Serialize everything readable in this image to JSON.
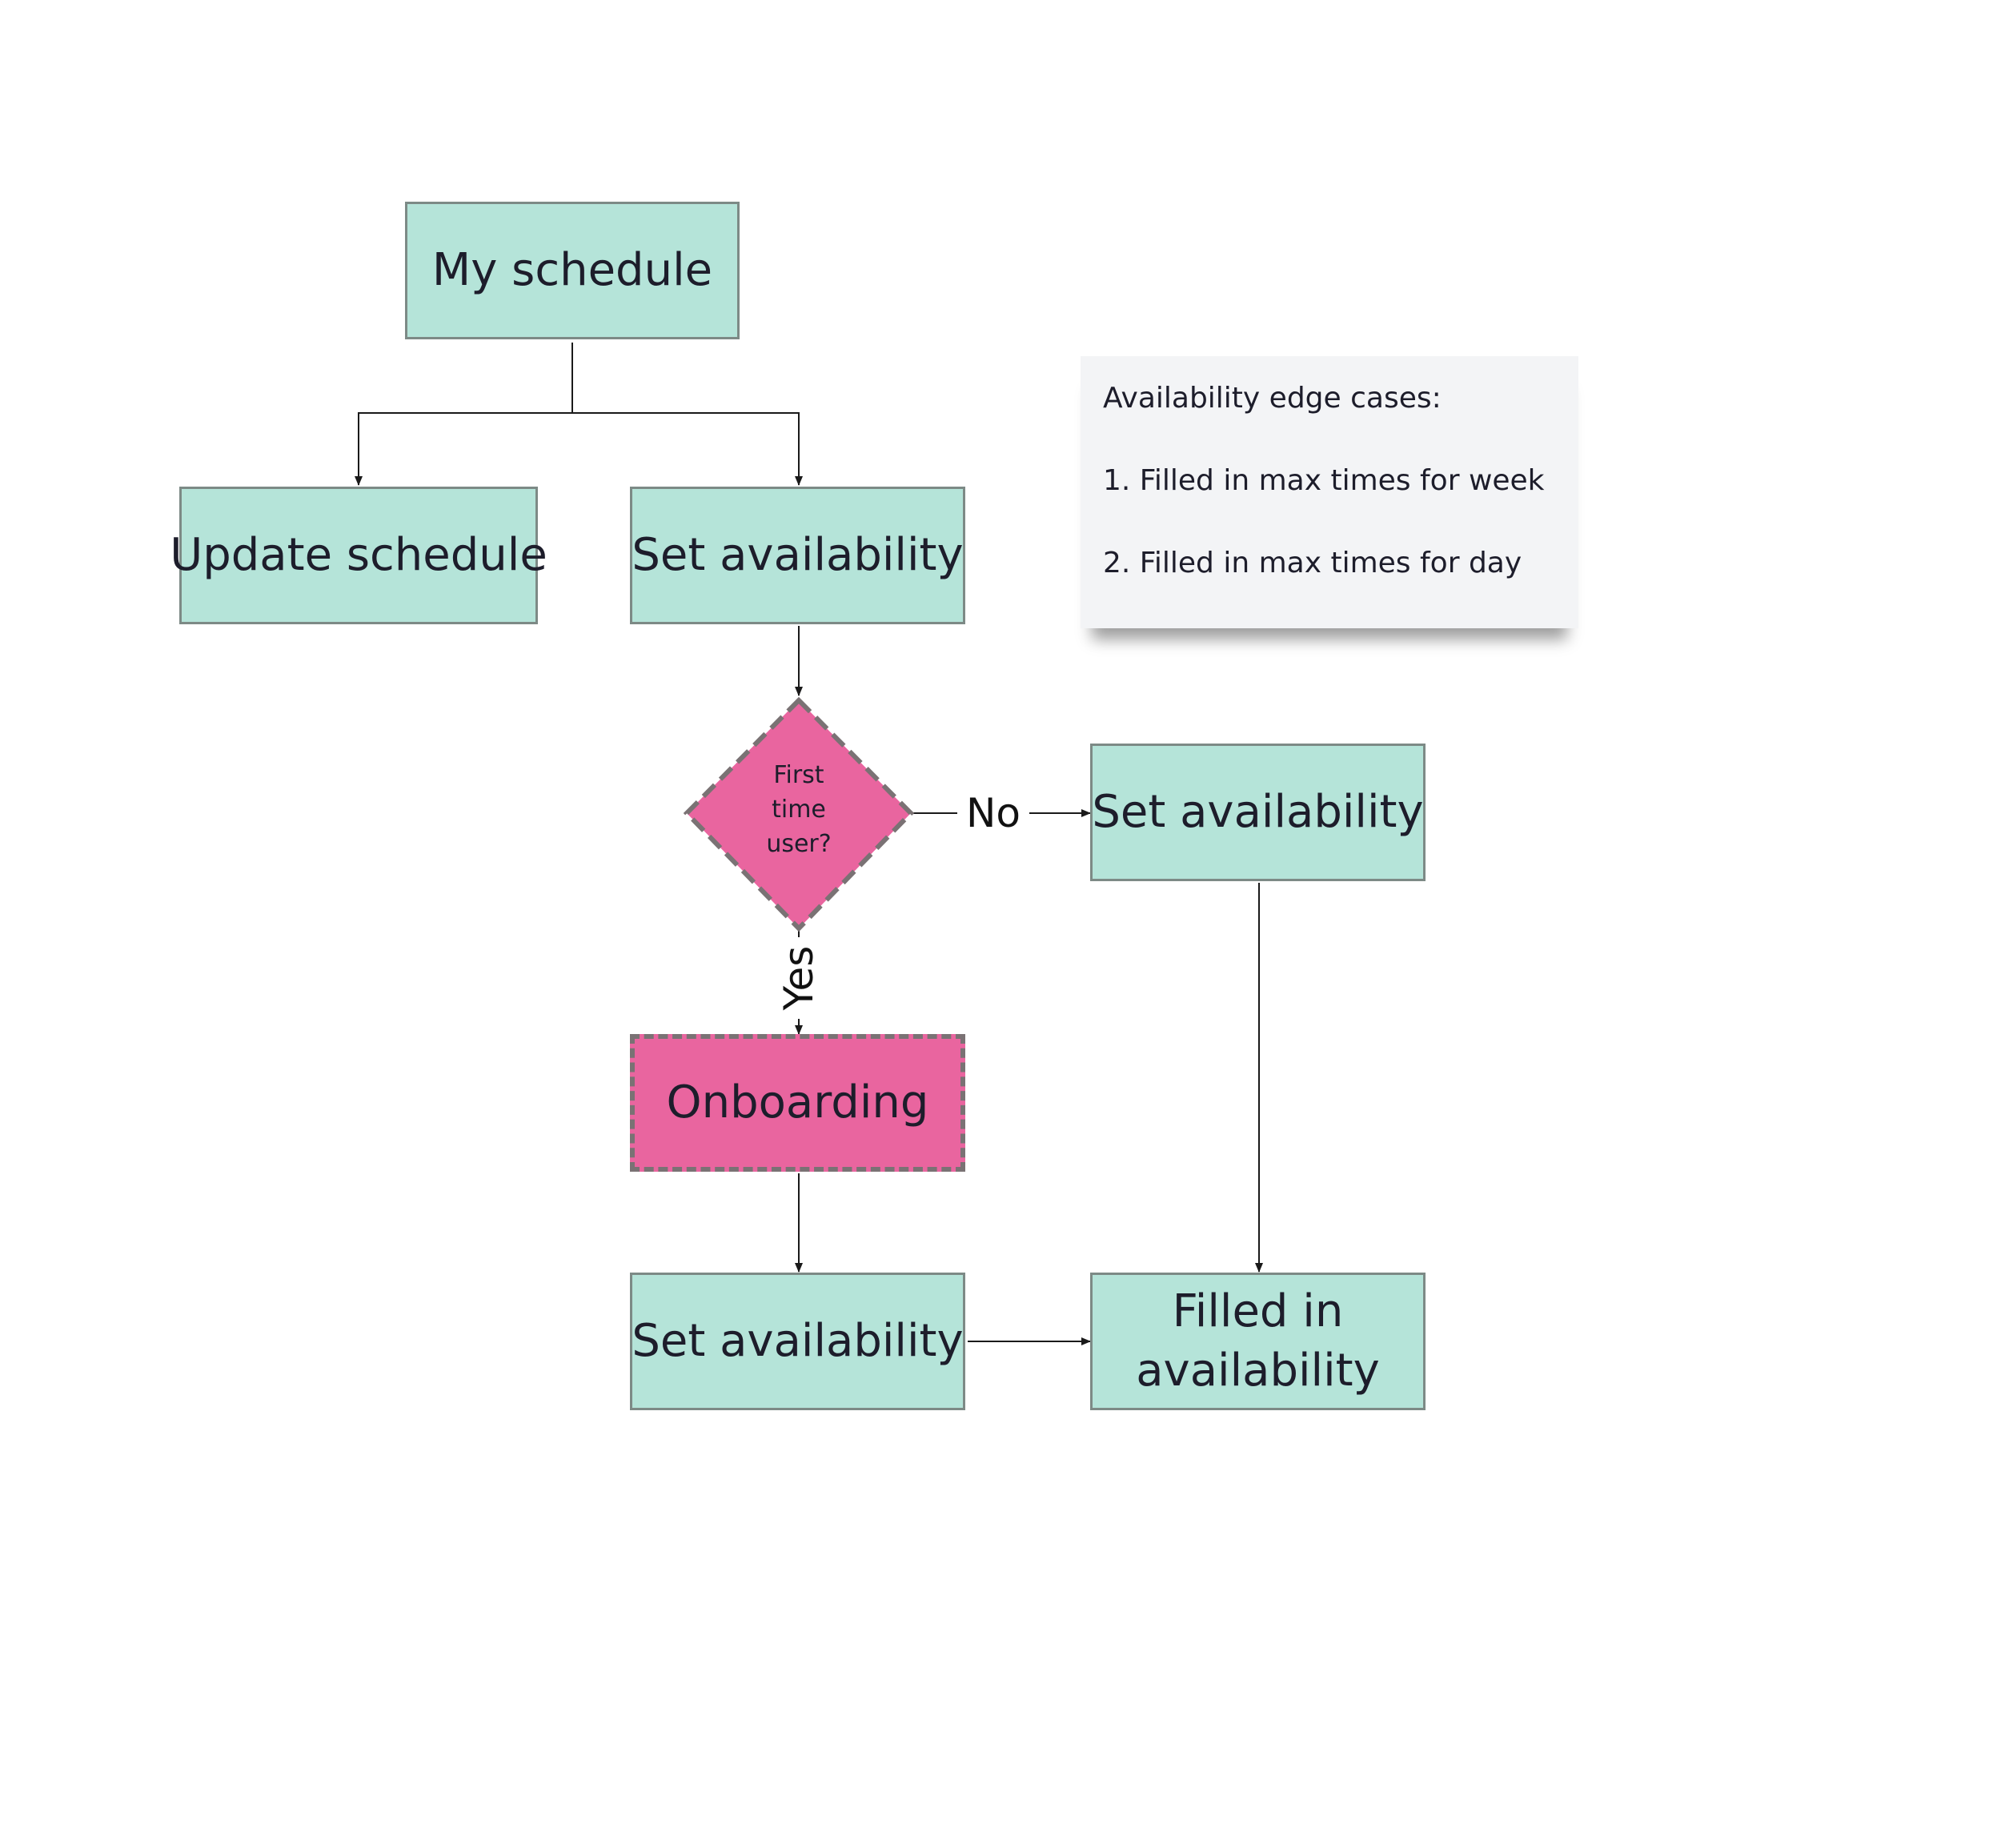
{
  "diagram": {
    "nodes": {
      "my_schedule": "My schedule",
      "update_schedule": "Update schedule",
      "set_availability_top": "Set availability",
      "first_time_user": "First\ntime\nuser?",
      "set_availability_right": "Set availability",
      "onboarding": "Onboarding",
      "set_availability_bottom": "Set availability",
      "filled_in_availability": "Filled in availability"
    },
    "edge_labels": {
      "no": "No",
      "yes": "Yes"
    },
    "sticky_note": {
      "heading": "Availability edge cases:",
      "items": [
        "1. Filled in max times for week",
        "2. Filled in max times for day"
      ]
    },
    "colors": {
      "process_fill": "#b5e4d9",
      "decision_fill": "#e9659f",
      "note_fill": "#f3f4f6",
      "connector": "#1a1a1a"
    }
  }
}
